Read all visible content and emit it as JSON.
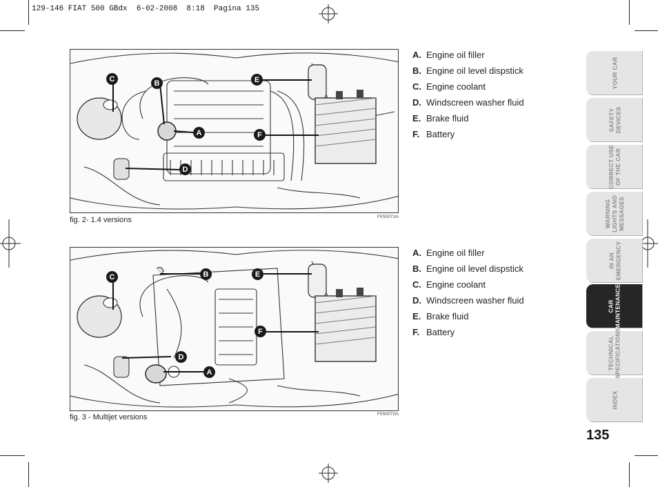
{
  "print_header": "129-146 FIAT 500 GBdx  6-02-2008  8:18  Pagina 135",
  "figures": [
    {
      "caption": "fig. 2- 1.4 versions",
      "code": "F0S0071m",
      "callouts": [
        "A",
        "B",
        "C",
        "D",
        "E",
        "F"
      ],
      "legend": [
        {
          "key": "A.",
          "text": "Engine oil filler"
        },
        {
          "key": "B.",
          "text": "Engine oil level dispstick"
        },
        {
          "key": "C.",
          "text": "Engine coolant"
        },
        {
          "key": "D.",
          "text": "Windscreen washer fluid"
        },
        {
          "key": "E.",
          "text": "Brake fluid"
        },
        {
          "key": "F.",
          "text": "Battery"
        }
      ]
    },
    {
      "caption": "fig. 3 - Multijet versions",
      "code": "F0S0072m",
      "callouts": [
        "A",
        "B",
        "C",
        "D",
        "E",
        "F"
      ],
      "legend": [
        {
          "key": "A.",
          "text": "Engine oil filler"
        },
        {
          "key": "B.",
          "text": "Engine oil level dispstick"
        },
        {
          "key": "C.",
          "text": "Engine coolant"
        },
        {
          "key": "D.",
          "text": "Windscreen washer fluid"
        },
        {
          "key": "E.",
          "text": "Brake fluid"
        },
        {
          "key": "F.",
          "text": "Battery"
        }
      ]
    }
  ],
  "side_tabs": [
    {
      "label": "YOUR CAR",
      "active": false
    },
    {
      "label": "SAFETY\nDEVICES",
      "active": false
    },
    {
      "label": "CORRECT USE\nOF THE CAR",
      "active": false
    },
    {
      "label": "WARNING\nLIGHTS AND\nMESSAGES",
      "active": false
    },
    {
      "label": "IN AN\nEMERGENCY",
      "active": false
    },
    {
      "label": "CAR\nMAINTENANCE",
      "active": true
    },
    {
      "label": "TECHNICAL\nSPECIFICATIONS",
      "active": false
    },
    {
      "label": "INDEX",
      "active": false
    }
  ],
  "page_number": "135",
  "colors": {
    "active_tab": "#262626",
    "inactive_tab": "#e5e5e5",
    "ink": "#1a1a1a"
  }
}
